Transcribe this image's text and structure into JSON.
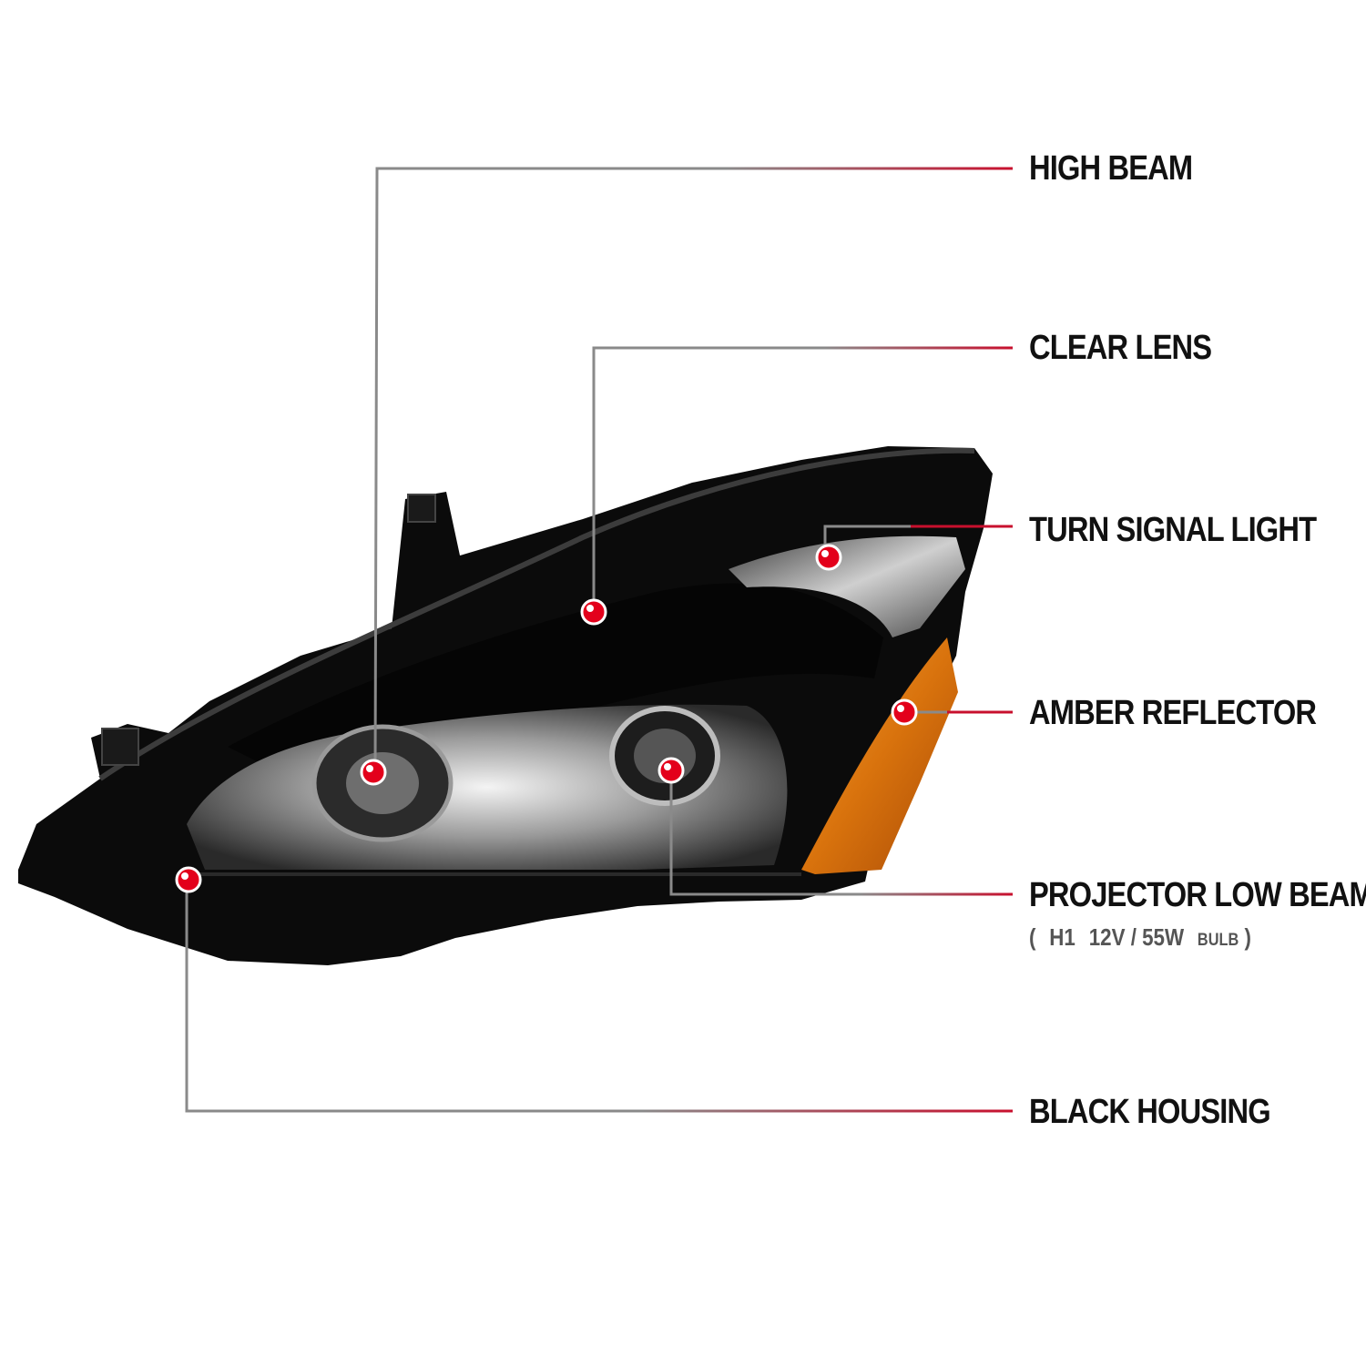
{
  "colors": {
    "line_gray": "#8a8a8a",
    "line_red": "#c8102e",
    "dot_red": "#e3001b",
    "housing": "#0b0b0b",
    "amber": "#d9730d"
  },
  "callouts": [
    {
      "id": "high-beam",
      "label": "HIGH BEAM"
    },
    {
      "id": "clear-lens",
      "label": "CLEAR LENS"
    },
    {
      "id": "turn-signal-light",
      "label": "TURN SIGNAL LIGHT"
    },
    {
      "id": "amber-reflector",
      "label": "AMBER REFLECTOR"
    },
    {
      "id": "projector-low-beam",
      "label": "PROJECTOR LOW BEAM",
      "spec": {
        "open": "(",
        "bulb_type": "H1",
        "voltage_wattage": "12V / 55W",
        "bulb_word": "BULB",
        "close": ")"
      }
    },
    {
      "id": "black-housing",
      "label": "BLACK HOUSING"
    }
  ]
}
